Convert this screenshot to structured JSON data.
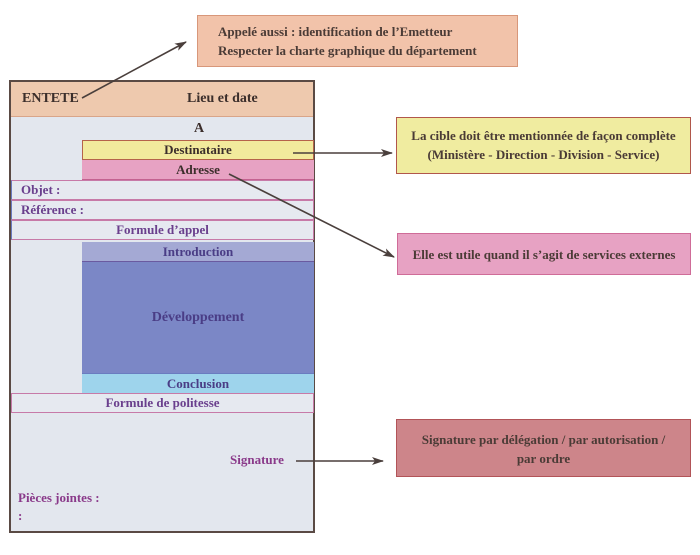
{
  "letter": {
    "entete": "ENTETE",
    "lieu_date": "Lieu et date",
    "a": "A",
    "destinataire": "Destinataire",
    "adresse": "Adresse",
    "objet": "Objet :",
    "reference": "Référence :",
    "formule_appel": "Formule d’appel",
    "introduction": "Introduction",
    "developpement": "Développement",
    "conclusion": "Conclusion",
    "formule_politesse": "Formule de politesse",
    "signature": "Signature",
    "pieces_jointes": "Pièces jointes :",
    "pieces_colon": ":"
  },
  "callouts": {
    "entete": {
      "line1": "Appelé aussi : identification de l’Emetteur",
      "line2": "Respecter la charte graphique  du département"
    },
    "destinataire": {
      "line1": "La cible doit être mentionnée de façon complète",
      "line2": "(Ministère - Direction - Division - Service)"
    },
    "adresse": {
      "line1": "Elle est utile quand il s’agit de services externes"
    },
    "signature": {
      "line1": "Signature par délégation / par autorisation /",
      "line2": "par ordre"
    }
  },
  "colors": {
    "entete": "#eec9ae",
    "destinataire": "#f2ea9c",
    "adresse": "#e7a2c3",
    "introduction": "#a4a9d4",
    "developpement": "#7b87c6",
    "conclusion": "#9ed4ec",
    "signature_callout": "#cd858a"
  }
}
